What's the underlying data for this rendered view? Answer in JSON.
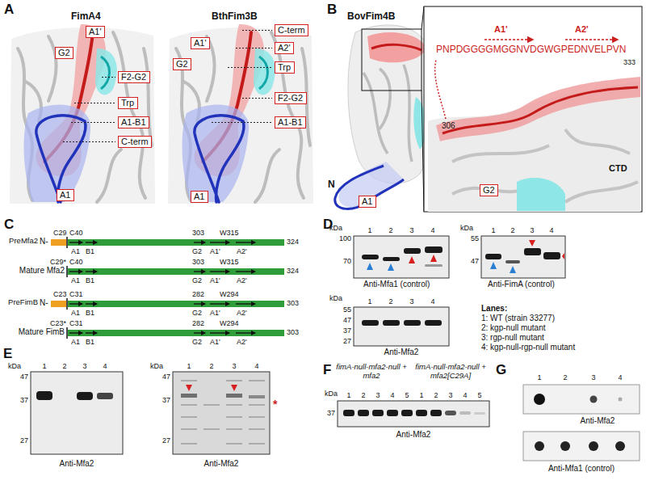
{
  "diagram": {
    "nodes": [
      {
        "text": [
          "A1'"
        ]
      },
      {
        "text": [
          "G2"
        ]
      },
      {
        "text": [
          "F2-G2"
        ]
      },
      {
        "text": [
          "Trp"
        ]
      },
      {
        "text": [
          "A1-B1"
        ]
      },
      {
        "text": [
          "C-term"
        ]
      },
      {
        "text": [
          "A1"
        ]
      },
      {
        "text": [
          "C-term"
        ]
      },
      {
        "text": [
          "A1'"
        ]
      },
      {
        "text": [
          "A2'"
        ]
      },
      {
        "text": [
          "G2"
        ]
      },
      {
        "text": [
          "Trp"
        ]
      },
      {
        "text": [
          "F2-G2"
        ]
      },
      {
        "text": [
          "A1-B1"
        ]
      },
      {
        "text": [
          "A1"
        ]
      },
      {
        "text": [
          "A1"
        ]
      },
      {
        "text": [
          "G2"
        ]
      }
    ],
    "labels": [
      "A",
      "FimA4",
      "BthFim3B",
      "B",
      "BovFim4B",
      "A1'",
      "A2'",
      "PNPDGGGGMGGNVDGWGPEDNVELPVN",
      "333",
      "306",
      "N",
      "CTD",
      "C",
      "PreMfa2",
      "N-",
      "C29",
      "C40",
      "303",
      "W315",
      "A1",
      "B1",
      "G2",
      "A1'",
      "A2'",
      "324",
      "Mature Mfa2",
      "C29*",
      "C40",
      "303",
      "W315",
      "A1",
      "B1",
      "G2",
      "A1'",
      "A2'",
      "324",
      "PreFimB",
      "N-",
      "C23",
      "C31",
      "282",
      "W294",
      "A1",
      "B1",
      "G2",
      "A1'",
      "A2'",
      "303",
      "Mature FimB",
      "C23*",
      "C31",
      "282",
      "W294",
      "A1",
      "B1",
      "G2",
      "A1'",
      "A2'",
      "303",
      "D",
      "kDa",
      "1",
      "2",
      "3",
      "4",
      "100",
      "70",
      "Anti-Mfa1 (control)",
      "kDa",
      "1",
      "2",
      "3",
      "4",
      "55",
      "47",
      "Anti-FimA (control)",
      "kDa",
      "1",
      "2",
      "3",
      "4",
      "55",
      "47",
      "37",
      "27",
      "Anti-Mfa2",
      "Lanes:",
      "1: WT (strain 33277)",
      "2: kgp-null mutant",
      "3: rgp-null mutant",
      "4: kgp-null-rgp-null mutant",
      "E",
      "kDa",
      "1",
      "2",
      "3",
      "4",
      "47",
      "37",
      "27",
      "Anti-Mfa2",
      "kDa",
      "1",
      "2",
      "3",
      "4",
      "47",
      "37",
      "27",
      "*",
      "Anti-Mfa2",
      "F",
      "fimA-null-mfa2-null + mfa2",
      "fimA-null-mfa2-null + mfa2[C29A]",
      "kDa",
      "1",
      "2",
      "3",
      "4",
      "5",
      "1",
      "2",
      "3",
      "4",
      "5",
      "37",
      "Anti-Mfa2",
      "G",
      "1",
      "2",
      "3",
      "4",
      "Anti-Mfa2",
      "Anti-Mfa1 (control)"
    ]
  }
}
